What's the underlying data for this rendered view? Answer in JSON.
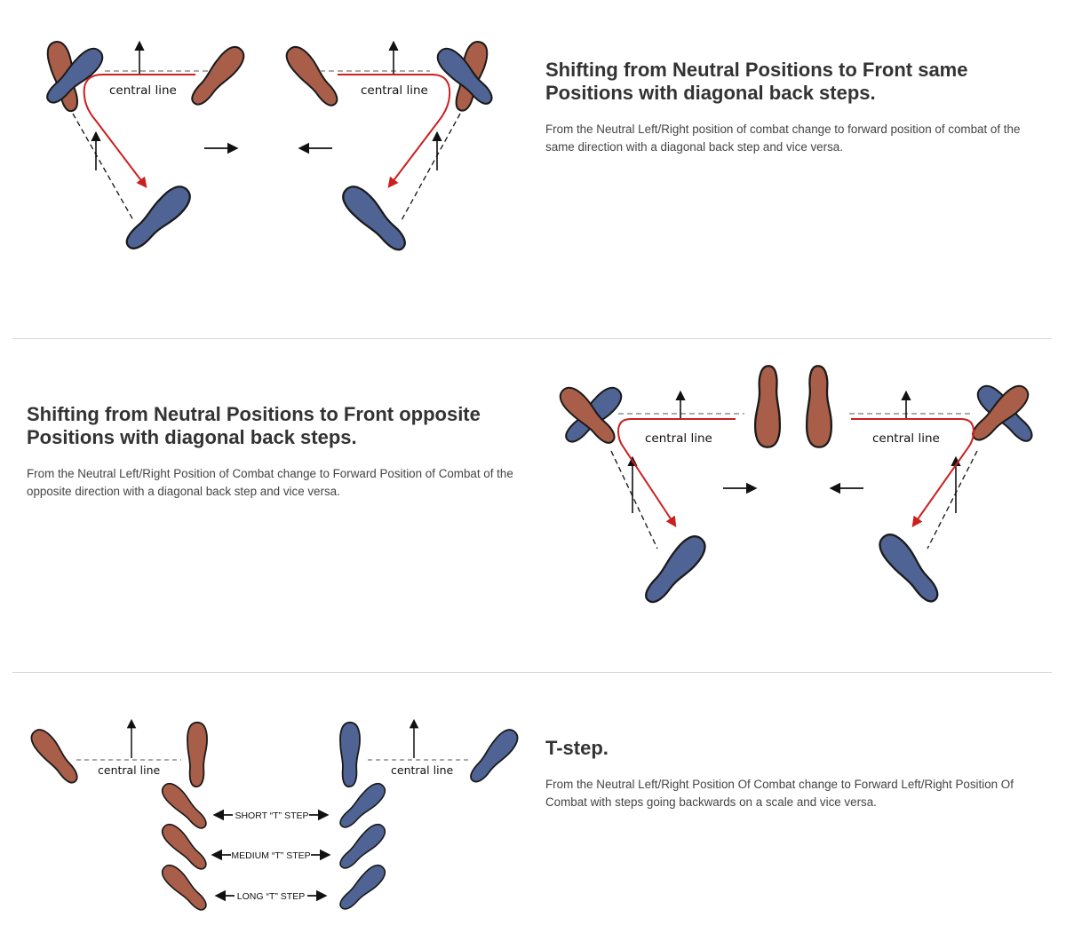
{
  "colors": {
    "brown": "#a85e48",
    "blue": "#4f6494",
    "red": "#cc1f1f",
    "outline": "#1a1a1a",
    "dash": "#777777"
  },
  "section1": {
    "heading": "Shifting from Neutral Positions to Front same Positions with diagonal back steps.",
    "description": "From the Neutral Left/Right position of combat change to forward position of combat of the same direction with a diagonal back step and vice versa.",
    "diagram": {
      "label_left": "central line",
      "label_right": "central line"
    }
  },
  "section2": {
    "heading": "Shifting from Neutral Positions to Front opposite Positions with diagonal back steps.",
    "description": "From the Neutral Left/Right Position of Combat change to Forward Position of Combat of the opposite direction with a diagonal back step and vice versa.",
    "diagram": {
      "label_left": "central line",
      "label_right": "central line"
    }
  },
  "section3": {
    "heading": "T-step.",
    "description": "From the Neutral Left/Right Position Of Combat change to Forward Left/Right Position Of Combat with steps going backwards on a scale and vice versa.",
    "diagram": {
      "label_left": "central line",
      "label_right": "central line",
      "short": "SHORT “T” STEP",
      "medium": "MEDIUM “T” STEP",
      "long": "LONG “T” STEP"
    }
  }
}
